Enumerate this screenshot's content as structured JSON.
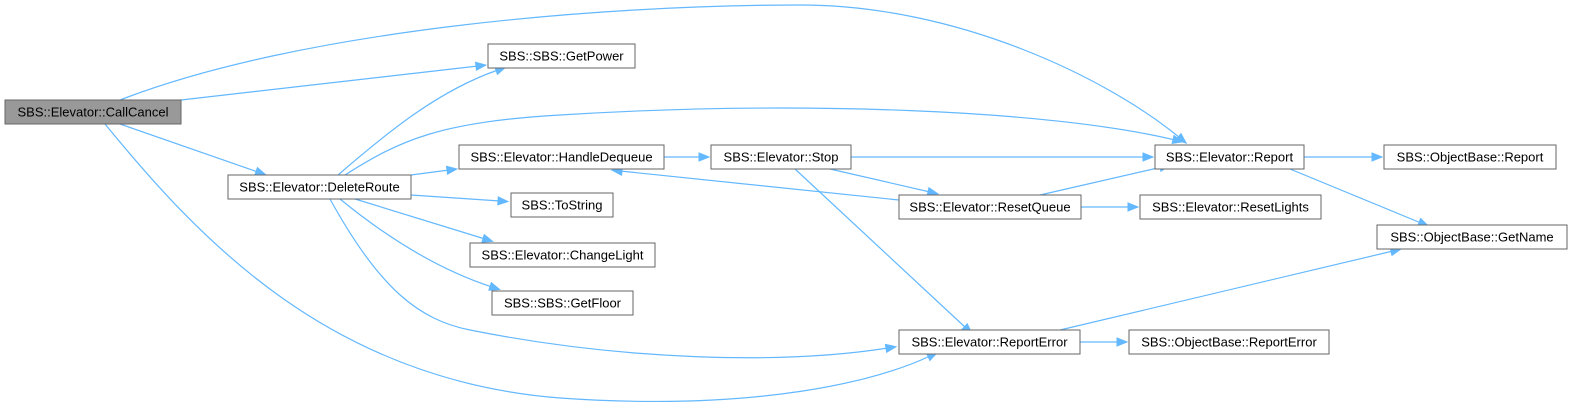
{
  "diagram": {
    "type": "call-graph",
    "colors": {
      "edge": "#63b8ff",
      "node_border": "#666666",
      "root_fill": "#999999",
      "node_fill": "#ffffff"
    },
    "nodes": [
      {
        "id": "callcancel",
        "label": "SBS::Elevator::CallCancel",
        "root": true
      },
      {
        "id": "getpower",
        "label": "SBS::SBS::GetPower"
      },
      {
        "id": "deleteroute",
        "label": "SBS::Elevator::DeleteRoute"
      },
      {
        "id": "handledequeue",
        "label": "SBS::Elevator::HandleDequeue"
      },
      {
        "id": "stop",
        "label": "SBS::Elevator::Stop"
      },
      {
        "id": "report",
        "label": "SBS::Elevator::Report"
      },
      {
        "id": "obreport",
        "label": "SBS::ObjectBase::Report"
      },
      {
        "id": "tostring",
        "label": "SBS::ToString"
      },
      {
        "id": "resetqueue",
        "label": "SBS::Elevator::ResetQueue"
      },
      {
        "id": "resetlights",
        "label": "SBS::Elevator::ResetLights"
      },
      {
        "id": "getname",
        "label": "SBS::ObjectBase::GetName"
      },
      {
        "id": "changelight",
        "label": "SBS::Elevator::ChangeLight"
      },
      {
        "id": "getfloor",
        "label": "SBS::SBS::GetFloor"
      },
      {
        "id": "reporterror",
        "label": "SBS::Elevator::ReportError"
      },
      {
        "id": "obreporterror",
        "label": "SBS::ObjectBase::ReportError"
      }
    ],
    "edges": [
      [
        "callcancel",
        "report"
      ],
      [
        "callcancel",
        "getpower"
      ],
      [
        "callcancel",
        "deleteroute"
      ],
      [
        "callcancel",
        "reporterror"
      ],
      [
        "deleteroute",
        "getpower"
      ],
      [
        "deleteroute",
        "report"
      ],
      [
        "deleteroute",
        "handledequeue"
      ],
      [
        "deleteroute",
        "tostring"
      ],
      [
        "deleteroute",
        "changelight"
      ],
      [
        "deleteroute",
        "getfloor"
      ],
      [
        "deleteroute",
        "reporterror"
      ],
      [
        "handledequeue",
        "stop"
      ],
      [
        "stop",
        "report"
      ],
      [
        "stop",
        "resetqueue"
      ],
      [
        "stop",
        "reporterror"
      ],
      [
        "resetqueue",
        "handledequeue"
      ],
      [
        "resetqueue",
        "report"
      ],
      [
        "resetqueue",
        "resetlights"
      ],
      [
        "report",
        "obreport"
      ],
      [
        "report",
        "getname"
      ],
      [
        "reporterror",
        "getname"
      ],
      [
        "reporterror",
        "obreporterror"
      ]
    ]
  }
}
